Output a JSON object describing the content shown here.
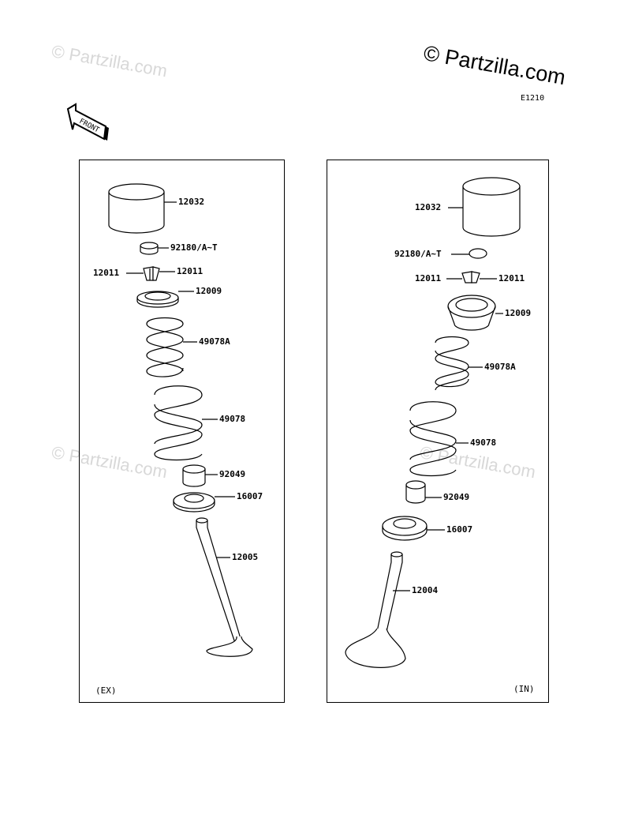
{
  "watermarks": [
    "© Partzilla.com",
    "© Partzilla.com",
    "© Partzilla.com"
  ],
  "brand": "© Partzilla.com",
  "diagram_code": "E1210",
  "front_label": "FRONT",
  "panels": {
    "left": {
      "label": "(EX)",
      "parts": {
        "tappet": "12032",
        "shim": "92180/A~T",
        "cotter_left": "12011",
        "cotter_right": "12011",
        "retainer": "12009",
        "spring_inner": "49078A",
        "spring_outer": "49078",
        "seal": "92049",
        "seat": "16007",
        "valve": "12005"
      }
    },
    "right": {
      "label": "(IN)",
      "parts": {
        "tappet": "12032",
        "shim": "92180/A~T",
        "cotter_left": "12011",
        "cotter_right": "12011",
        "retainer": "12009",
        "spring_inner": "49078A",
        "spring_outer": "49078",
        "seal": "92049",
        "seat": "16007",
        "valve": "12004"
      }
    }
  }
}
